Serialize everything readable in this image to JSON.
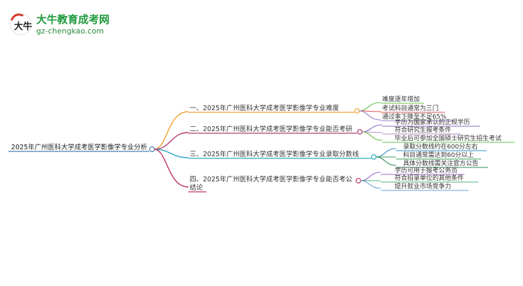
{
  "logo": {
    "title": "大牛教育成考网",
    "url": "gz-chengkao.com",
    "mark_text": "大牛"
  },
  "root": {
    "label": "2025年广州医科大学成考医学影像学专业分析",
    "color": "#4a7fb0"
  },
  "branches": [
    {
      "label": "一、2025年广州医科大学成考医学影像学专业难度",
      "color": "#f0a030",
      "leaves": [
        "难度逐年增加",
        "考试科目通常为三门",
        "通过率下降至不足65%"
      ]
    },
    {
      "label": "二、2025年广州医科大学成考医学影像学专业能否考研",
      "color": "#b03a6e",
      "leaves": [
        "学历为国家承认的正规学历",
        "符合研究生报考条件",
        "毕业后可参加全国硕士研究生招生考试"
      ]
    },
    {
      "label": "三、2025年广州医科大学成考医学影像学专业录取分数线",
      "color": "#2aa6c8",
      "leaves": [
        "录取分数线约在600分左右",
        "科目通常需达到60分以上",
        "具体分数线需关注官方公告"
      ]
    },
    {
      "label_lines": [
        "四、2025年广州医科大学成考医学影像学专业能否考公",
        "结论"
      ],
      "color": "#c0306a",
      "leaves": [
        "学历可用于报考公务员",
        "符合招录单位的其他条件",
        "提升就业市场竞争力"
      ]
    }
  ],
  "leaf_colors": {
    "b1": [
      "#6abf4b",
      "#e05050",
      "#9a7cc8"
    ],
    "b2": [
      "#8a6cc0",
      "#b08ad0",
      "#6bbf4a"
    ],
    "b3": [
      "#2f8fd0",
      "#3aa060",
      "#2e8b57"
    ],
    "b4": [
      "#9a6cc6",
      "#4bb07a",
      "#6a9fd0"
    ]
  }
}
